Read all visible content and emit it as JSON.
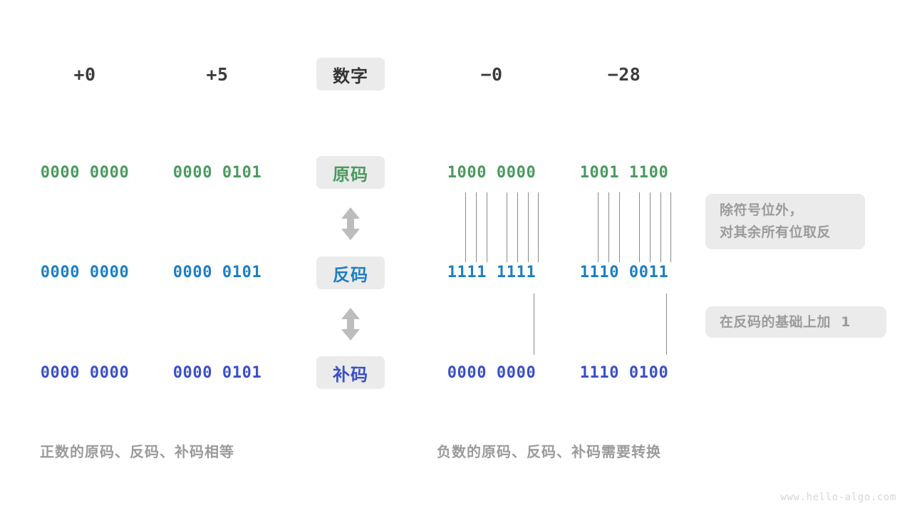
{
  "figure": {
    "watermark": "www.hello-algo.com",
    "colors": {
      "green": "#4a9a5f",
      "blue": "#1d7fc3",
      "indigo": "#3a4fc7",
      "badge_bg": "#ebebeb",
      "note_text": "#9b9b9b",
      "header_text": "#3c3c3c",
      "connector": "#8a8a8a",
      "arrow": "#bdbdbd"
    }
  },
  "columns": {
    "pos_zero": "+0",
    "pos_five": "+5",
    "neg_zero": "−0",
    "neg_twentyeight": "−28"
  },
  "row_labels": {
    "number": "数字",
    "sign_magnitude": "原码",
    "ones_complement": "反码",
    "twos_complement": "补码"
  },
  "rows": {
    "sign_magnitude": {
      "pos_zero": "0000 0000",
      "pos_five": "0000 0101",
      "neg_zero": "1000 0000",
      "neg_twentyeight": "1001 1100"
    },
    "ones_complement": {
      "pos_zero": "0000 0000",
      "pos_five": "0000 0101",
      "neg_zero": "1111 1111",
      "neg_twentyeight": "1110 0011"
    },
    "twos_complement": {
      "pos_zero": "0000 0000",
      "pos_five": "0000 0101",
      "neg_zero": "0000 0000",
      "neg_twentyeight": "1110 0100"
    }
  },
  "notes": {
    "invert": {
      "line1": "除符号位外，",
      "line2": "对其余所有位取反"
    },
    "add_one": {
      "line1": "在反码的基础上加  1"
    }
  },
  "captions": {
    "left": "正数的原码、反码、补码相等",
    "right": "负数的原码、反码、补码需要转换"
  },
  "arrows": {
    "sign_to_ones": "double-headed-vertical-arrow",
    "ones_to_twos": "double-headed-vertical-arrow"
  }
}
